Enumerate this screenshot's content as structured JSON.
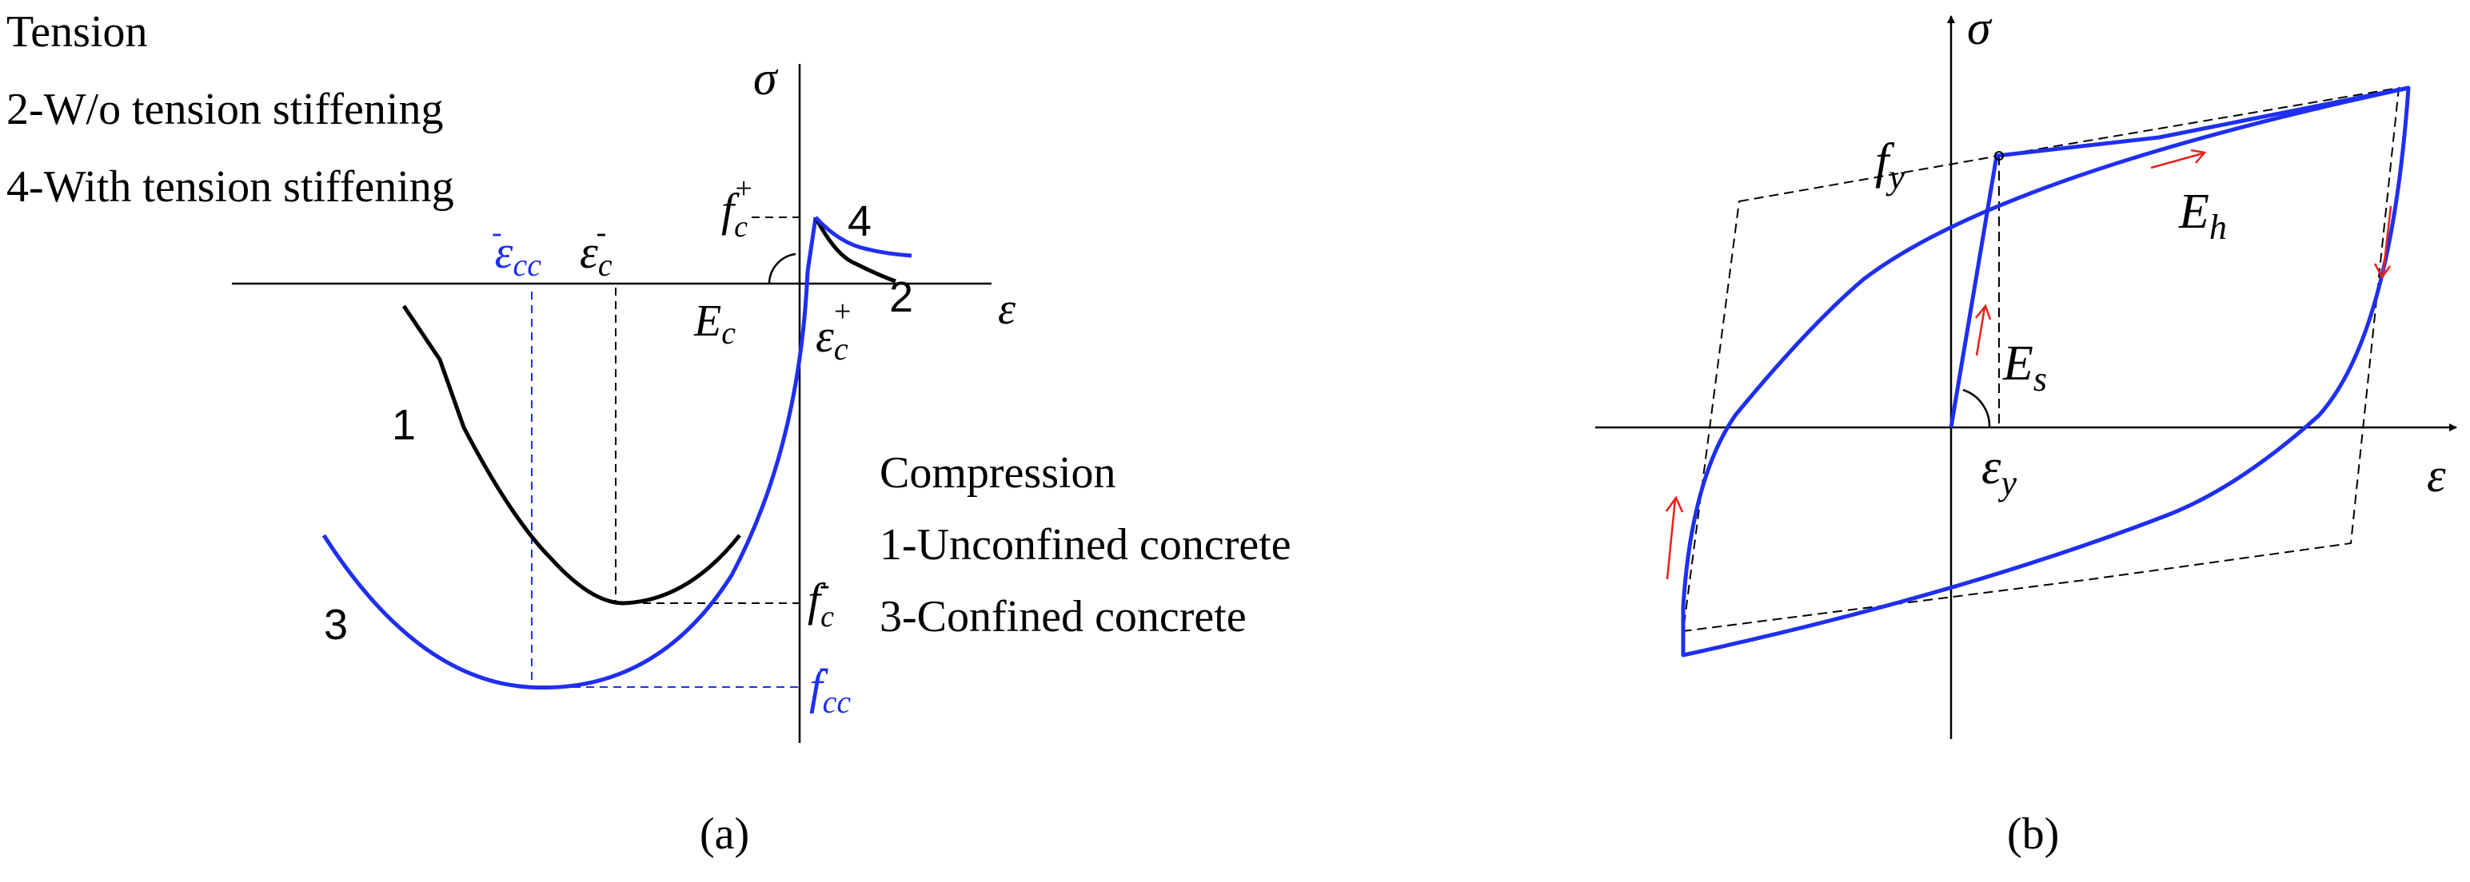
{
  "panel_a": {
    "tension_heading": "Tension",
    "tension_items": [
      "2-W/o tension stiffening",
      "4-With tension stiffening"
    ],
    "compression_heading": "Compression",
    "compression_items": [
      "1-Unconfined concrete",
      "3-Confined concrete"
    ],
    "axis_y": "σ",
    "axis_x": "ε",
    "curve_labels": [
      "1",
      "2",
      "3",
      "4"
    ],
    "symbols": {
      "f_c_plus": "f",
      "f_c_plus_sub": "c",
      "f_c_plus_sup": "+",
      "f_c_minus": "f",
      "f_c_minus_sub": "c",
      "f_c_minus_sup": "-",
      "f_cc": "f",
      "f_cc_sub": "cc",
      "f_cc_sup": "-",
      "eps_cc": "ε",
      "eps_cc_sub": "cc",
      "eps_cc_sup": "-",
      "eps_c_minus": "ε",
      "eps_c_minus_sub": "c",
      "eps_c_minus_sup": "-",
      "eps_c_plus": "ε",
      "eps_c_plus_sub": "c",
      "eps_c_plus_sup": "+",
      "E_c": "E",
      "E_c_sub": "c"
    },
    "caption": "(a)"
  },
  "panel_b": {
    "axis_y": "σ",
    "axis_x": "ε",
    "symbols": {
      "f_y": "f",
      "f_y_sub": "y",
      "E_h": "E",
      "E_h_sub": "h",
      "E_s": "E",
      "E_s_sub": "s",
      "eps_y": "ε",
      "eps_y_sub": "y"
    },
    "caption": "(b)"
  },
  "colors": {
    "blue": "#1f2ff0",
    "black": "#000000",
    "red": "#e8201c"
  }
}
